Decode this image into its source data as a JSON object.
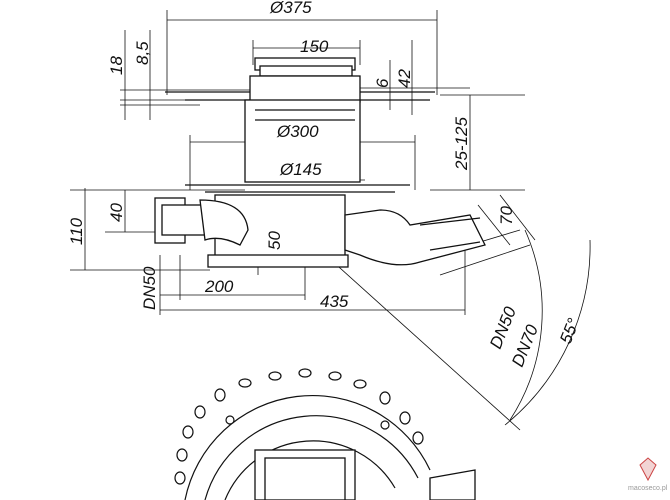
{
  "dimensions": {
    "d375": "Ø375",
    "d150": "150",
    "d8_5": "8,5",
    "d18": "18",
    "d6": "6",
    "d42": "42",
    "d300": "Ø300",
    "d25_125": "25-125",
    "d145": "Ø145",
    "d40": "40",
    "d110": "110",
    "d70": "70",
    "d50": "50",
    "dn50_left": "DN50",
    "d200": "200",
    "d435": "435",
    "dn50_right": "DN50",
    "dn70": "DN70",
    "angle": "55°"
  },
  "watermark": {
    "text": "macoseco.pl"
  }
}
